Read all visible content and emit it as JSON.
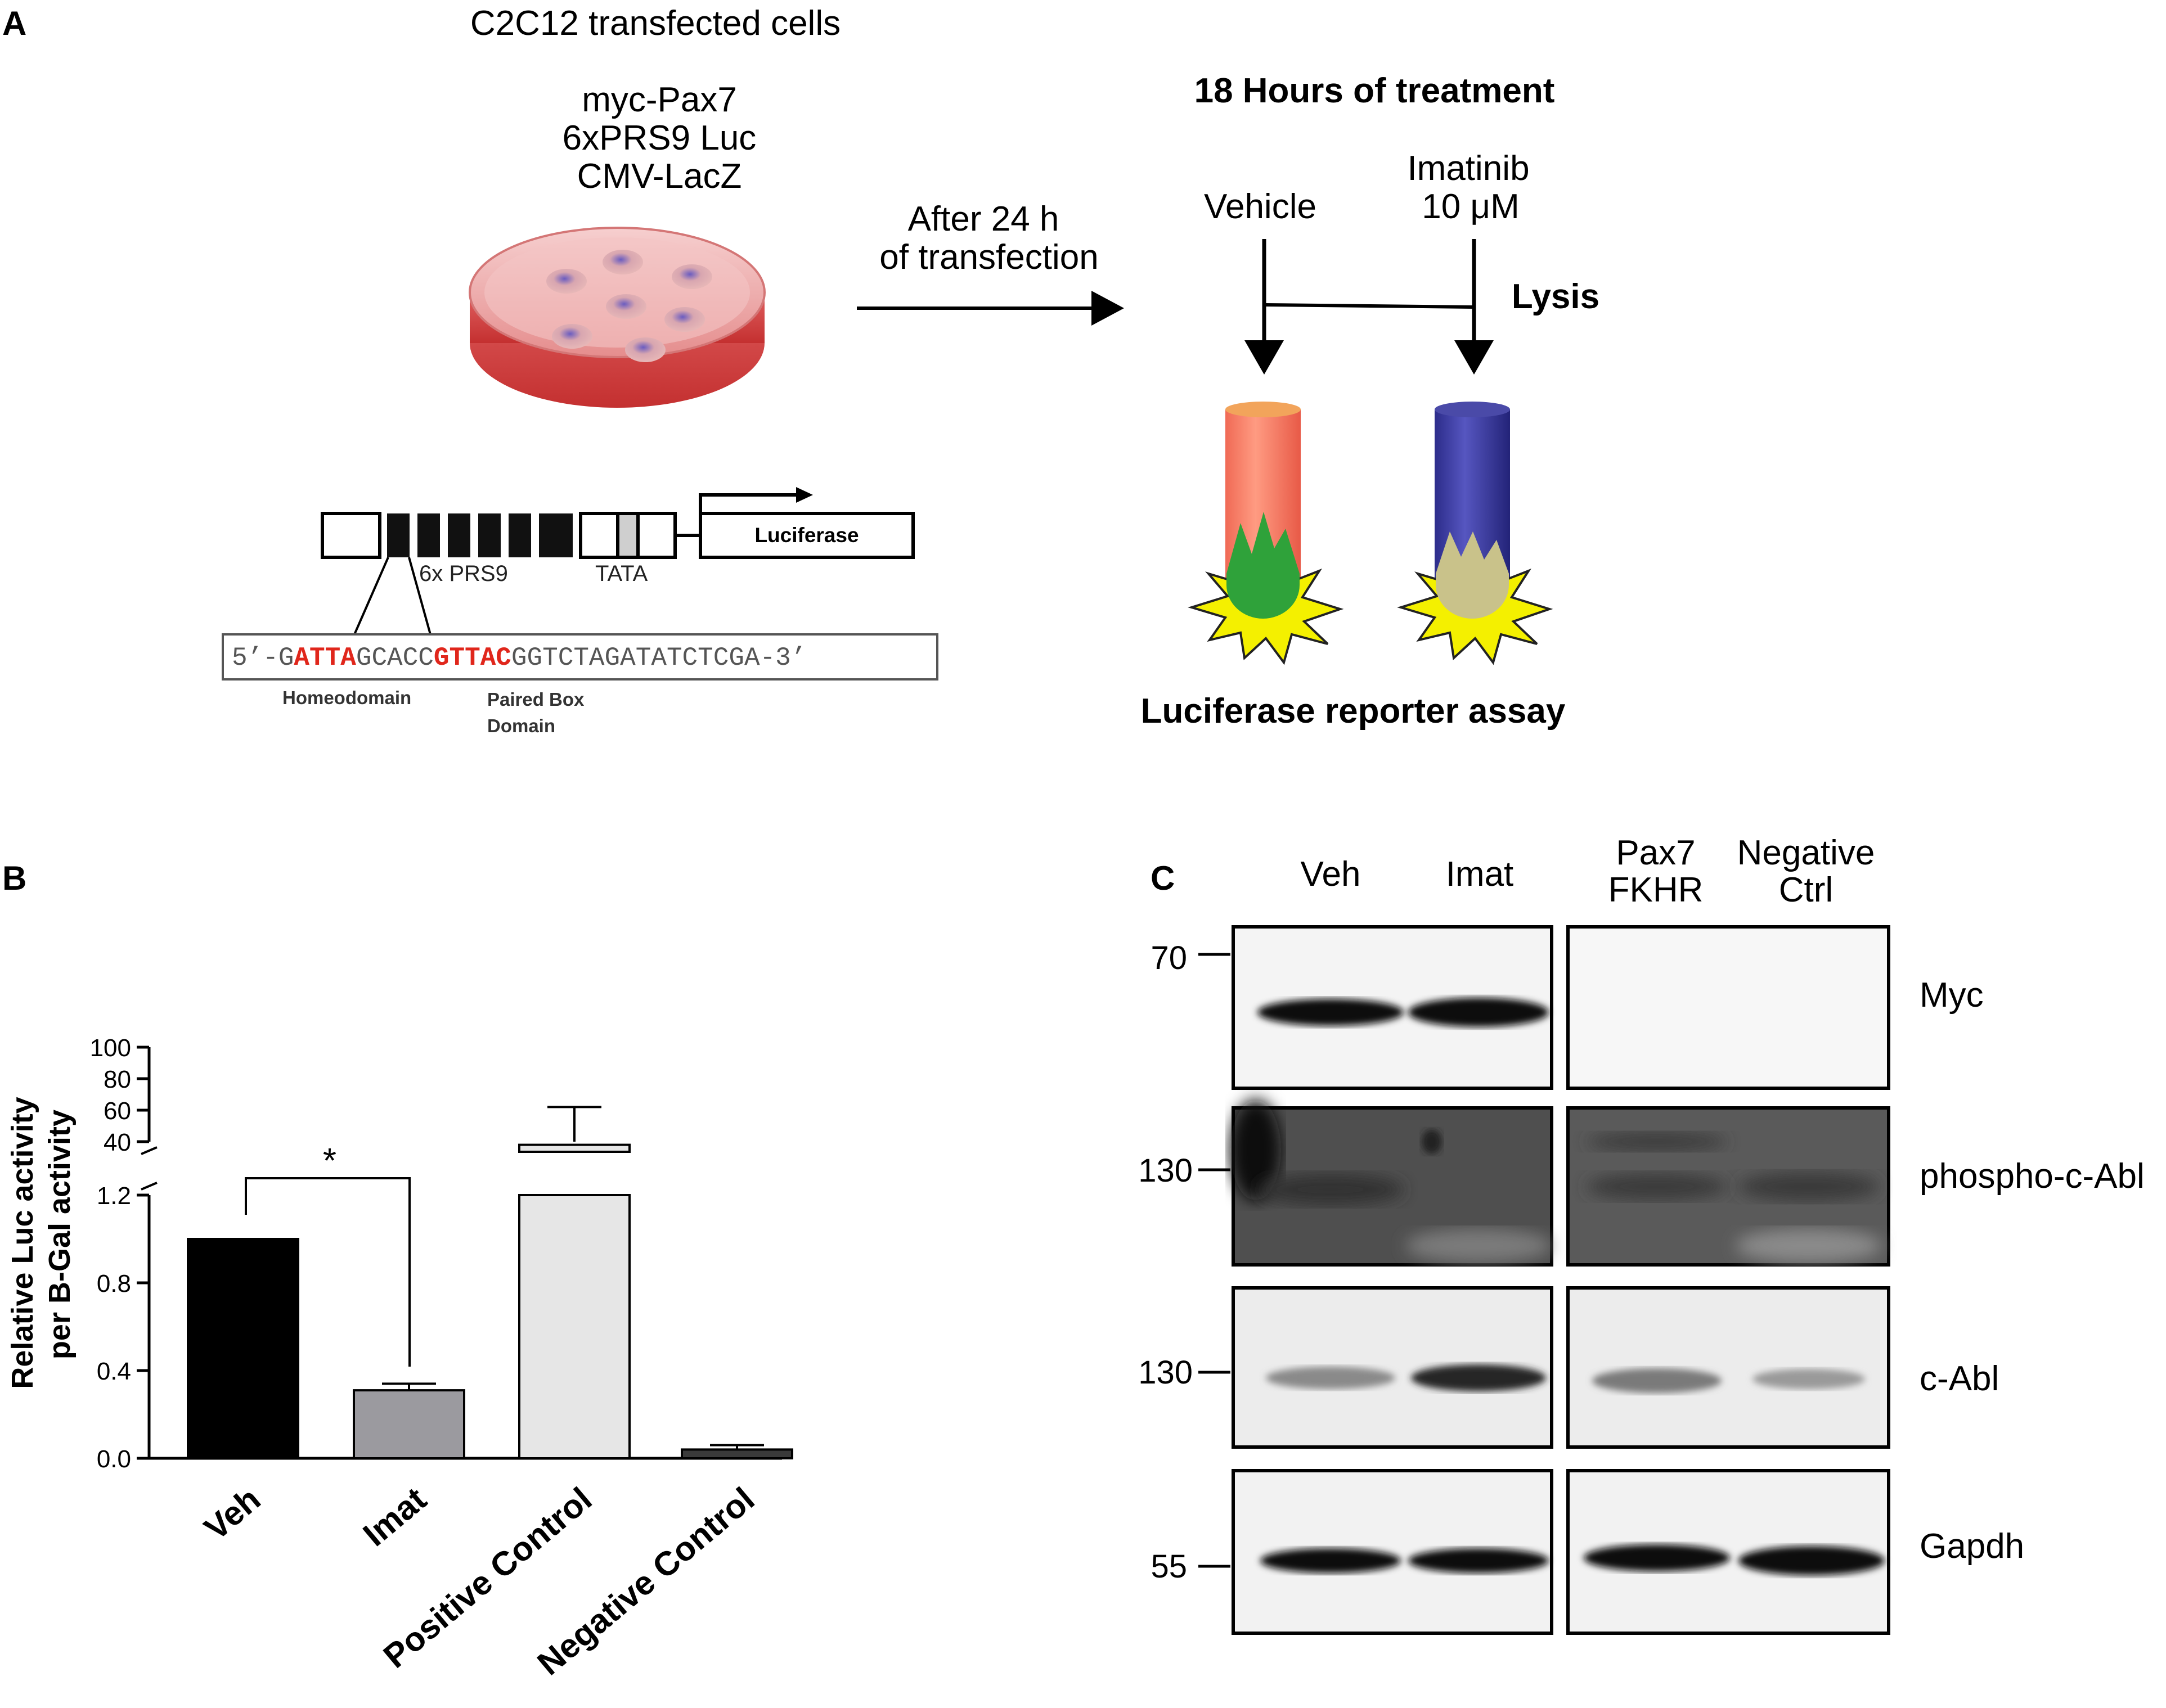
{
  "panel_a": {
    "letter": "A",
    "top_caption": "C2C12 transfected cells",
    "constructs": [
      "myc-Pax7",
      "6xPRS9 Luc",
      "CMV-LacZ"
    ],
    "arrow_label": [
      "After 24 h",
      "of transfection"
    ],
    "treatment_title": "18 Hours of treatment",
    "vehicle_label": "Vehicle",
    "imatinib_label": [
      "Imatinib",
      "10 μM"
    ],
    "lysis_label": "Lysis",
    "assay_label": "Luciferase reporter assay",
    "construct_diagram": {
      "luciferase_label": "Luciferase",
      "prs9_label": "6x PRS9",
      "tata_label": "TATA",
      "seq_prefix": "5’-G",
      "seq_red1": "ATTA",
      "seq_mid": "GCACC",
      "seq_red2": "GTTAC",
      "seq_suffix": "GGTCTAGATATCTCGA-3’",
      "homeodomain_label": "Homeodomain",
      "paired_box_label": [
        "Paired Box",
        "Domain"
      ]
    },
    "colors": {
      "sequence_highlight": "#e0261b",
      "vehicle_tube": "#f37a63",
      "imatinib_tube": "#3c3c9c",
      "burst": "#f4f000",
      "vehicle_liquid": "#2fa23a",
      "imatinib_liquid": "#c9c28a"
    }
  },
  "panel_b": {
    "letter": "B",
    "significance_marker": "*",
    "chart_data": {
      "type": "bar",
      "ylabel": [
        "Relative Luc activity",
        "per B-Gal activity"
      ],
      "categories": [
        "Veh",
        "Imat",
        "Positive Control",
        "Negative Control"
      ],
      "values": [
        1.0,
        0.31,
        38,
        0.04
      ],
      "errors": [
        0,
        0.03,
        24,
        0.02
      ],
      "y_axis_lower": {
        "range": [
          0,
          1.2
        ],
        "ticks": [
          "0.0",
          "0.4",
          "0.8",
          "1.2"
        ]
      },
      "y_axis_upper": {
        "range": [
          40,
          100
        ],
        "ticks": [
          "40",
          "60",
          "80",
          "100"
        ]
      },
      "bar_colors": [
        "#000000",
        "#9b9a9f",
        "#e6e6e6",
        "#3a3a3a"
      ],
      "grid": false
    }
  },
  "panel_c": {
    "letter": "C",
    "lane_labels_left": [
      "Veh",
      "Imat"
    ],
    "lane_labels_right": [
      [
        "Pax7",
        "FKHR"
      ],
      [
        "Negative",
        "Ctrl"
      ]
    ],
    "marker_labels": [
      "70",
      "130",
      "130",
      "55"
    ],
    "blot_labels": [
      "Myc",
      "phospho-c-Abl",
      "c-Abl",
      "Gapdh"
    ]
  }
}
